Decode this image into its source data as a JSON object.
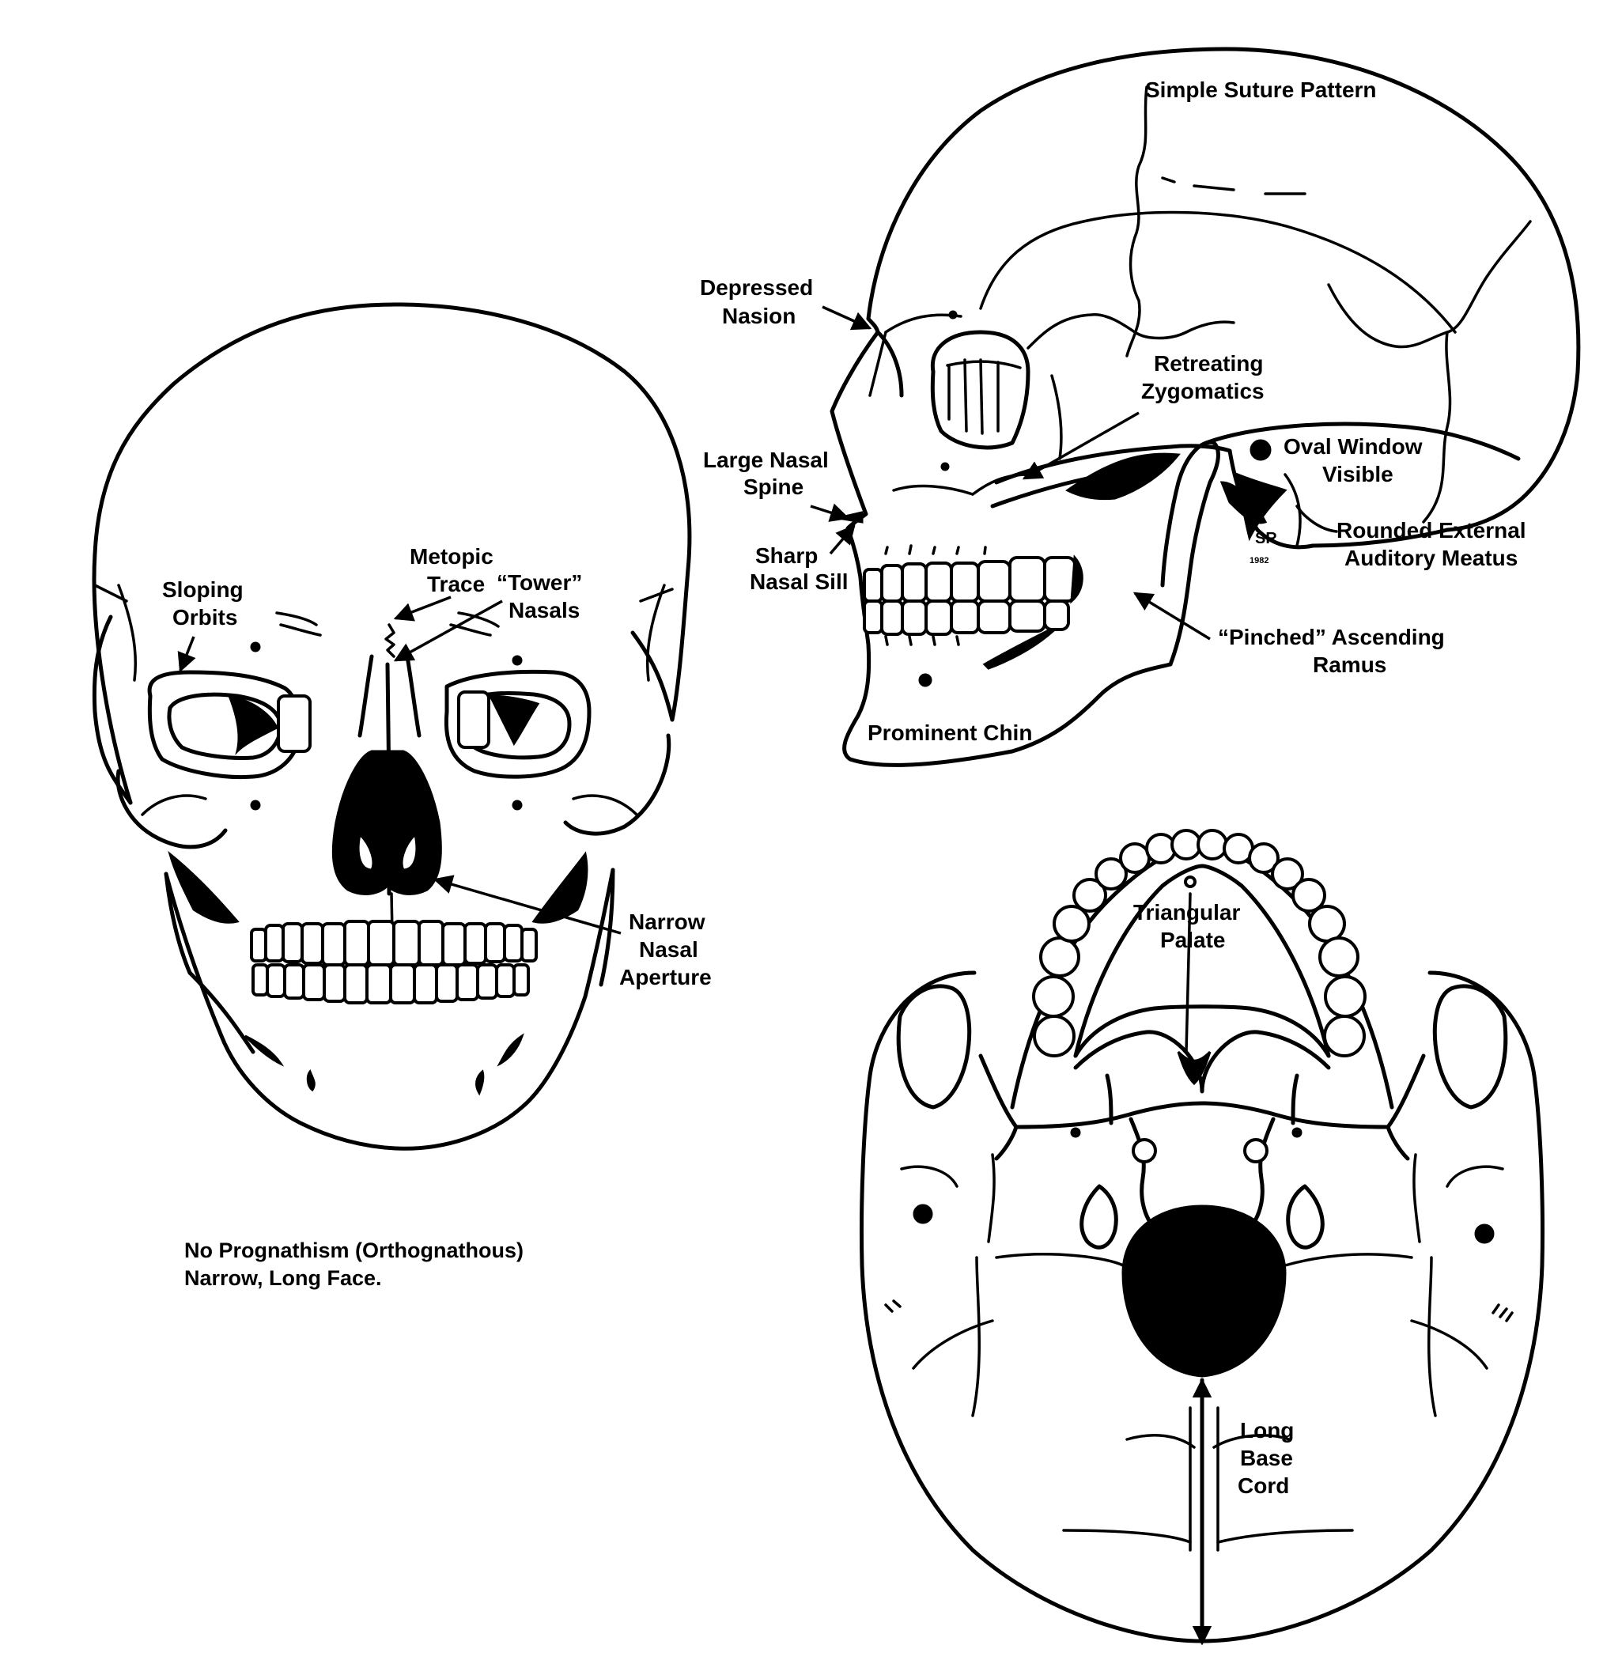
{
  "lateral_view": {
    "simple_suture_pattern": "Simple Suture Pattern",
    "depressed_nasion": [
      "Depressed",
      "Nasion"
    ],
    "retreating_zygomatics": [
      "Retreating",
      "Zygomatics"
    ],
    "oval_window_visible": [
      "Oval Window",
      "Visible"
    ],
    "large_nasal_spine": [
      "Large Nasal",
      "Spine"
    ],
    "sharp_nasal_sill": [
      "Sharp",
      "Nasal Sill"
    ],
    "rounded_external_auditory_meatus": [
      "Rounded External",
      "Auditory Meatus"
    ],
    "pinched_ascending_ramus": [
      "“Pinched” Ascending",
      "Ramus"
    ],
    "prominent_chin": "Prominent Chin",
    "artist_initials": [
      "SR",
      "1982"
    ]
  },
  "frontal_view": {
    "sloping_orbits": [
      "Sloping",
      "Orbits"
    ],
    "metopic_trace": [
      "Metopic",
      "Trace"
    ],
    "tower_nasals": [
      "“Tower”",
      "Nasals"
    ],
    "narrow_nasal_aperture": [
      "Narrow",
      "Nasal",
      "Aperture"
    ],
    "caption": [
      "No Prognathism (Orthognathous)",
      "Narrow, Long Face."
    ]
  },
  "basilar_view": {
    "triangular_palate": [
      "Triangular",
      "Palate"
    ],
    "long_base_cord": [
      "Long",
      "Base",
      "Cord"
    ]
  }
}
